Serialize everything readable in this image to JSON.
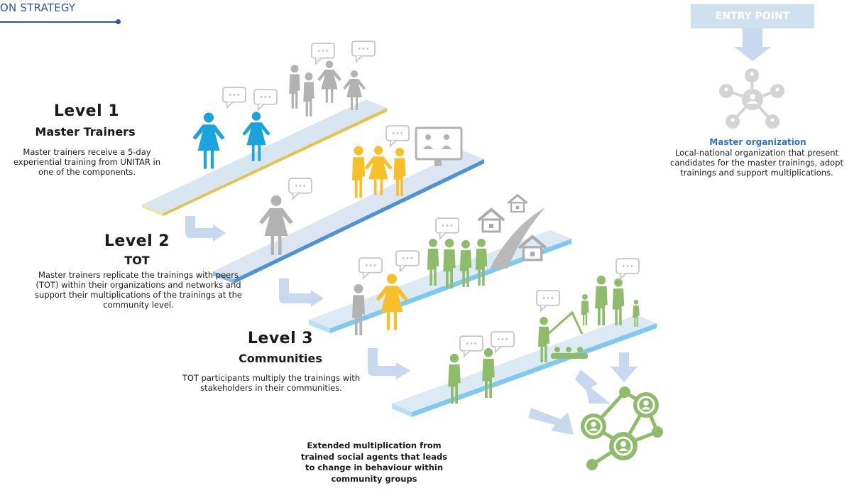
{
  "header": {
    "title": "ON STRATEGY"
  },
  "entry": {
    "label": "ENTRY POINT",
    "title": "Master organization",
    "description": "Local-national organization that present candidates for the master trainings, adopt trainings and support multiplications."
  },
  "levels": [
    {
      "number": "Level 1",
      "name": "Master Trainers",
      "description": "Master trainers receive a 5-day experiential training from UNITAR in one of the components."
    },
    {
      "number": "Level 2",
      "name": "TOT",
      "description": "Master trainers replicate the trainings with peers (TOT) within their organizations and networks and support their multiplications of the trainings at the community level."
    },
    {
      "number": "Level 3",
      "name": "Communities",
      "description": "TOT participants multiply the trainings with stakeholders in their communities."
    }
  ],
  "extended": {
    "text": "Extended multiplication from trained social agents that leads to change in behaviour within community groups"
  },
  "colors": {
    "header": "#2f56a0",
    "entry_box": "#cfe0f1",
    "title_blue": "#2f74c0",
    "master_trainer": "#1aa3dc",
    "tot_trainer": "#f7c02a",
    "community": "#8fbc6a",
    "inactive": "#a6a6a6",
    "platform_gold": "#e8c85a",
    "platform_blue": "#4f93d2",
    "platform_light": "#7fc9ee",
    "arrow": "#c8d8ef"
  }
}
